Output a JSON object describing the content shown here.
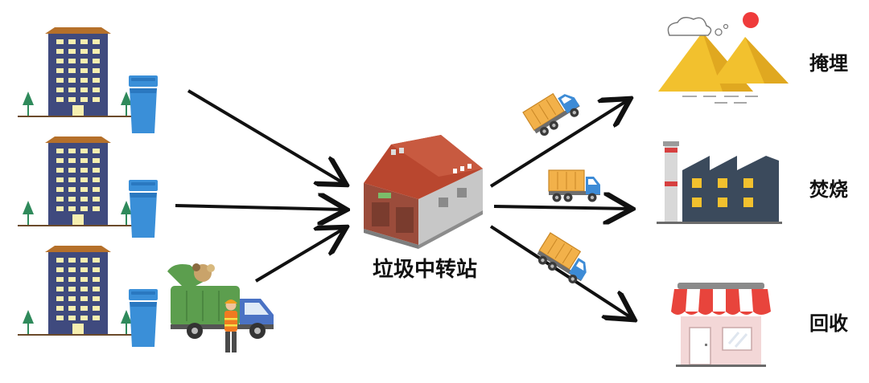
{
  "station": {
    "label": "垃圾中转站"
  },
  "destinations": [
    {
      "label": "掩埋"
    },
    {
      "label": "焚烧"
    },
    {
      "label": "回收"
    }
  ],
  "colors": {
    "building": "#3f4a7e",
    "roof": "#b5702a",
    "window": "#f6efb0",
    "tree": "#2f8a5b",
    "bin": "#3a8fd8",
    "arrow": "#111111",
    "truck_box": "#f2b14a",
    "truck_cab": "#3d8bd6",
    "warehouse_roof": "#b9472f",
    "warehouse_wall": "#9b4c3b",
    "garbage_truck": "#5c9e4e",
    "mountain": "#f2c12e",
    "sun": "#ef3b3b",
    "factory": "#3b4a5c",
    "shop_awning": "#e8443c"
  },
  "icons": [
    "apartment-building-icon",
    "tree-icon",
    "trash-bin-icon",
    "garbage-truck-icon",
    "worker-icon",
    "warehouse-icon",
    "dump-truck-icon",
    "mountain-landfill-icon",
    "factory-icon",
    "shop-icon"
  ]
}
